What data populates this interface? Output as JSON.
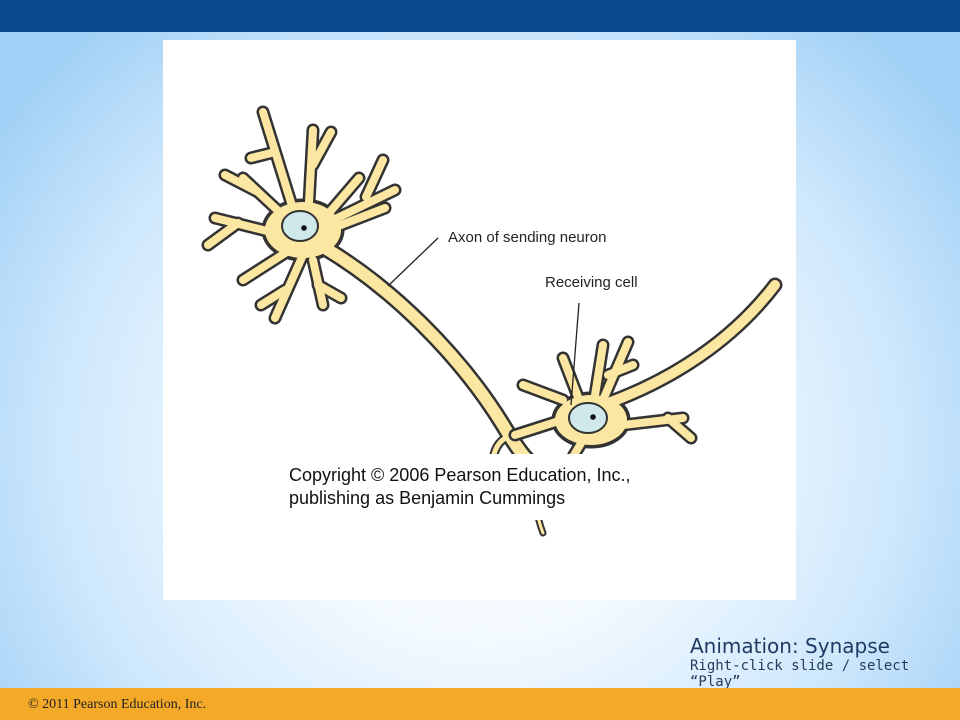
{
  "figure": {
    "labels": {
      "axon": "Axon of sending neuron",
      "receiving": "Receiving cell"
    },
    "copyright": {
      "line1": "Copyright © 2006 Pearson Education, Inc.,",
      "line2": "publishing as Benjamin Cummings"
    },
    "colors": {
      "cell_fill": "#fbe7a1",
      "cell_stroke": "#333333",
      "nucleus_fill": "#cfe9ea"
    }
  },
  "caption": {
    "title": "Animation: Synapse",
    "subtitle_line1": "Right-click slide / select",
    "subtitle_line2": "“Play”"
  },
  "footer": {
    "text": "© 2011 Pearson Education, Inc."
  },
  "colors": {
    "top_bar": "#0a4a8c",
    "bottom_bar": "#f4a928"
  }
}
